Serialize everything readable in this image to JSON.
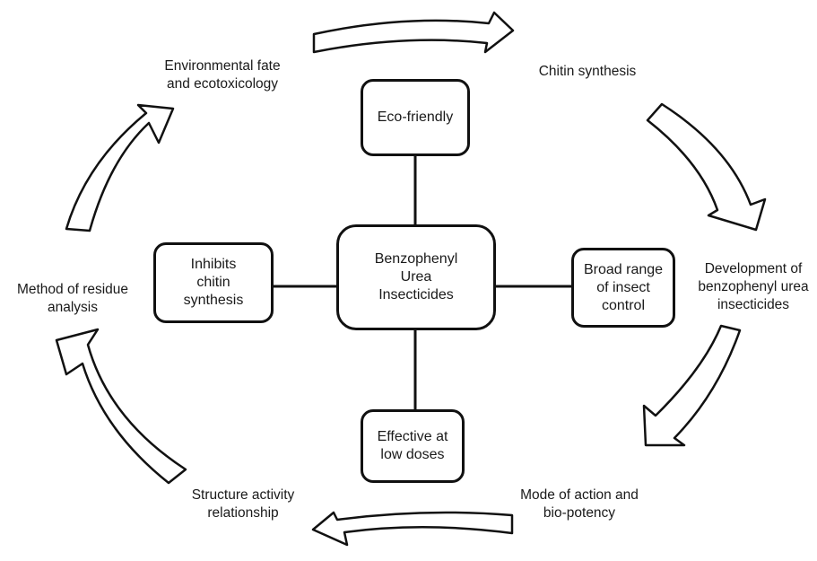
{
  "center_node": {
    "lines": [
      "Benzophenyl",
      "Urea",
      "Insecticides"
    ]
  },
  "property_nodes": {
    "top": {
      "lines": [
        "Eco-friendly"
      ]
    },
    "left": {
      "lines": [
        "Inhibits",
        "chitin",
        "synthesis"
      ]
    },
    "right": {
      "lines": [
        "Broad range",
        "of insect",
        "control"
      ]
    },
    "bottom": {
      "lines": [
        "Effective at",
        "low doses"
      ]
    }
  },
  "cycle_labels": {
    "chitin_synthesis": {
      "lines": [
        "Chitin synthesis"
      ]
    },
    "development": {
      "lines": [
        "Development of",
        "benzophenyl urea",
        "insecticides"
      ]
    },
    "mode_of_action": {
      "lines": [
        "Mode of action and",
        "bio-potency"
      ]
    },
    "structure_activity": {
      "lines": [
        "Structure activity",
        "relationship"
      ]
    },
    "residue_analysis": {
      "lines": [
        "Method of residue",
        "analysis"
      ]
    },
    "environmental_fate": {
      "lines": [
        "Environmental fate",
        "and ecotoxicology"
      ]
    }
  },
  "colors": {
    "stroke": "#111111",
    "fill": "#ffffff",
    "text": "#1a1a1a"
  }
}
